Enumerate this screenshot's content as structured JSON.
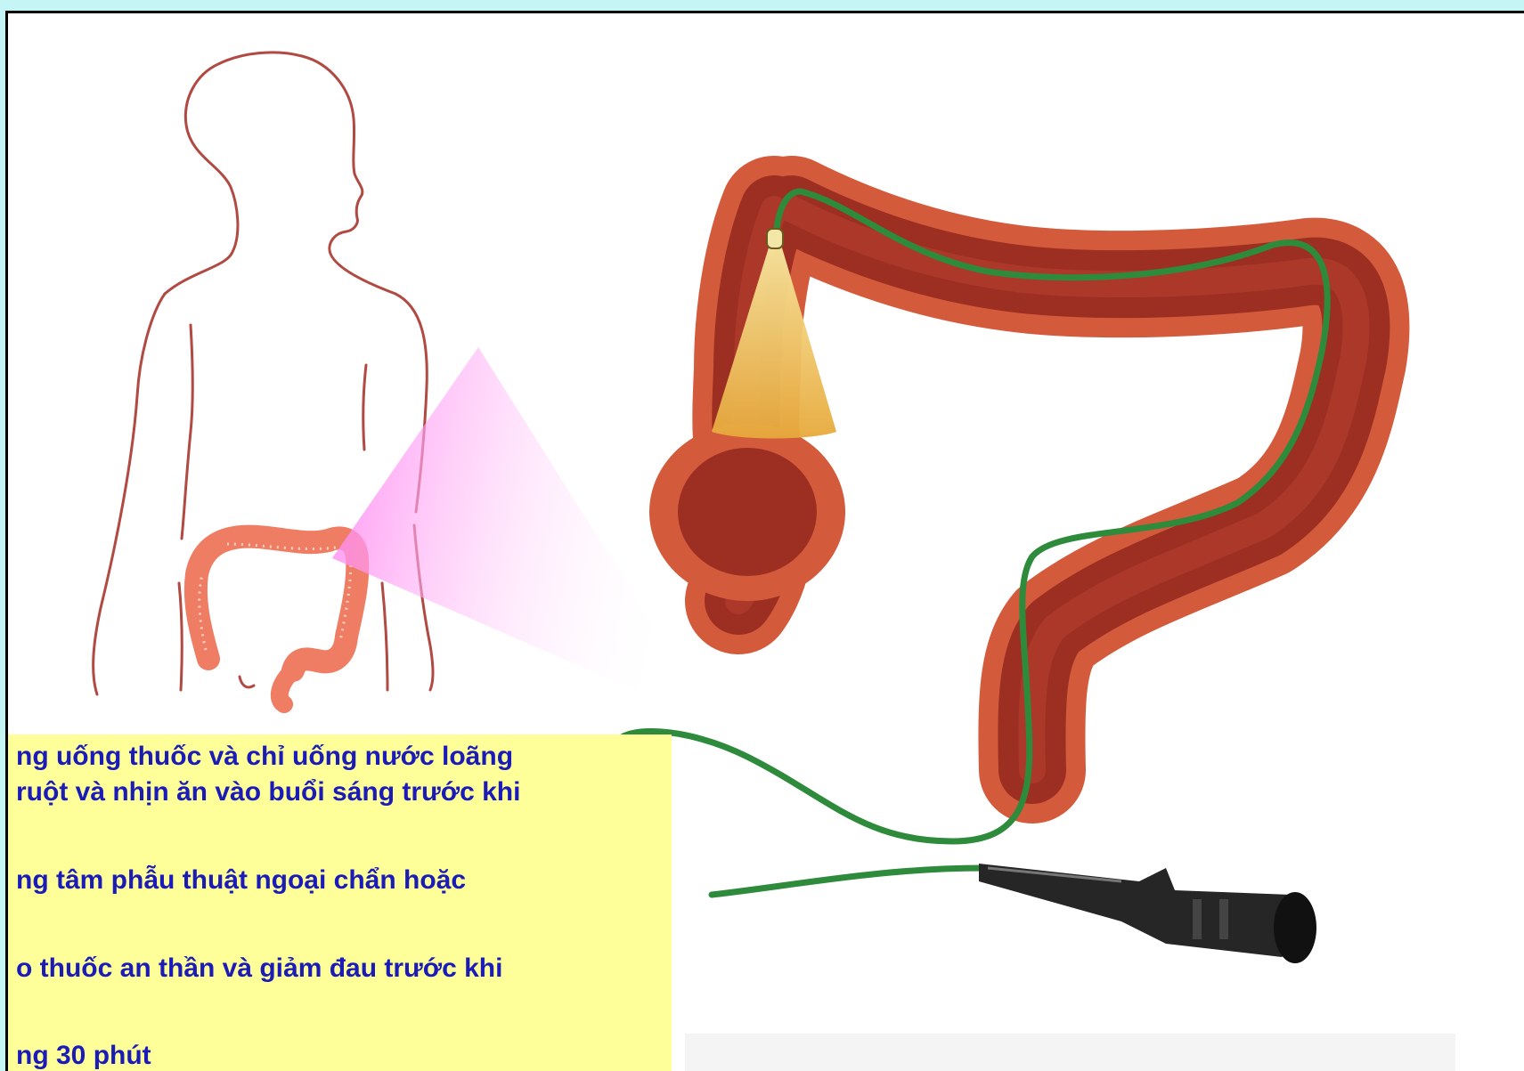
{
  "slide": {
    "background_color": "#c6f5f5",
    "frame_color": "#ffffff",
    "note_box_color": "#ffff99",
    "note_text_color": "#1b1bb8"
  },
  "illustration": {
    "subject": "colonoscopy",
    "parts": [
      "body-outline",
      "small-colon",
      "magnify-beam",
      "large-colon",
      "scope-tube",
      "scope-tip-light",
      "scope-handle"
    ],
    "colors": {
      "colon_outer": "#d45a3c",
      "colon_inner": "#9c2f22",
      "scope_tube": "#2e8b3c",
      "light_cone": "#f1c740",
      "magnify_beam": "#ff8cf0",
      "handle": "#262626"
    }
  },
  "notes": {
    "lines": [
      "ng uống thuốc và chỉ uống nước loãng",
      "ruột và nhịn ăn vào buổi sáng trước khi",
      "ng tâm phẫu thuật ngoại chẩn hoặc",
      "o thuốc an thần và giảm đau trước khi",
      "ng 30 phút"
    ]
  }
}
